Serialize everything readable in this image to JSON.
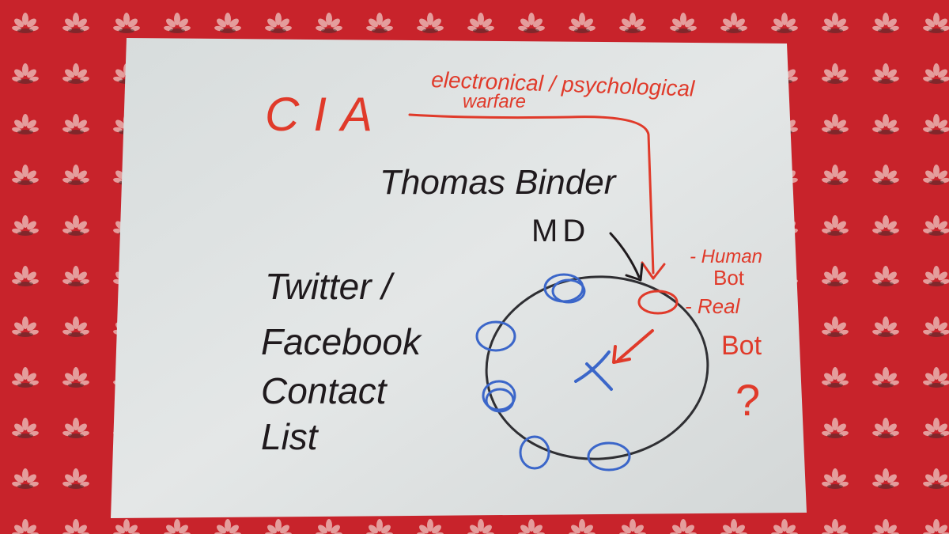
{
  "colors": {
    "tablecloth": "#c8232b",
    "paper": "#dfe3e3",
    "ink_red": "#e03a2a",
    "ink_black": "#1f1a1d",
    "ink_blue": "#3b66c9",
    "ink_grey": "#3a3a3a"
  },
  "note": {
    "cia": "CIA",
    "warfare_line1": "electronical / psychological",
    "warfare_line2": "warfare",
    "name_line1": "Thomas Binder",
    "name_line2": "MD",
    "human_bot": "- Human",
    "human_bot2": "Bot",
    "real_bot": "- Real",
    "real_bot2": "Bot",
    "question": "?",
    "list_line1": "Twitter /",
    "list_line2": "Facebook",
    "list_line3": "Contact",
    "list_line4": "List"
  }
}
